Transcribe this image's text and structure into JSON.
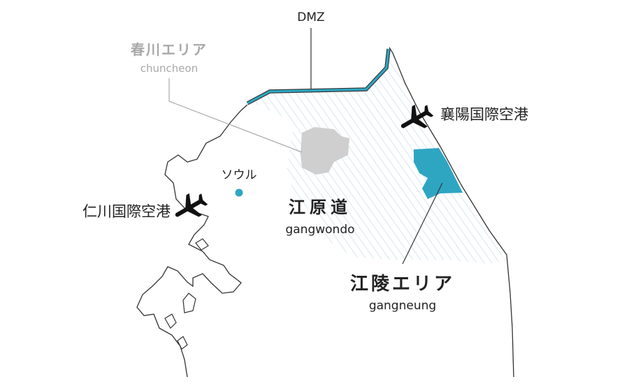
{
  "labels": {
    "dmz": "DMZ",
    "chuncheon_ja": "春川エリア",
    "chuncheon_en": "chuncheon",
    "seoul": "ソウル",
    "incheon_airport": "仁川国際空港",
    "yangyang_airport": "襄陽国際空港",
    "gangwon_ja": "江原道",
    "gangwon_en": "gangwondo",
    "gangneung_ja": "江陵エリア",
    "gangneung_en": "gangneung"
  },
  "icons": {
    "incheon": "airplane-icon",
    "yangyang": "airplane-icon"
  },
  "colors": {
    "accent": "#2ea6c2",
    "area_grey": "#cfcfcf",
    "hatch": "#dbe9f0",
    "outline": "#333333",
    "leader": "#9a9a9a",
    "chuncheon_text": "#a8a8a8",
    "text": "#222222"
  }
}
